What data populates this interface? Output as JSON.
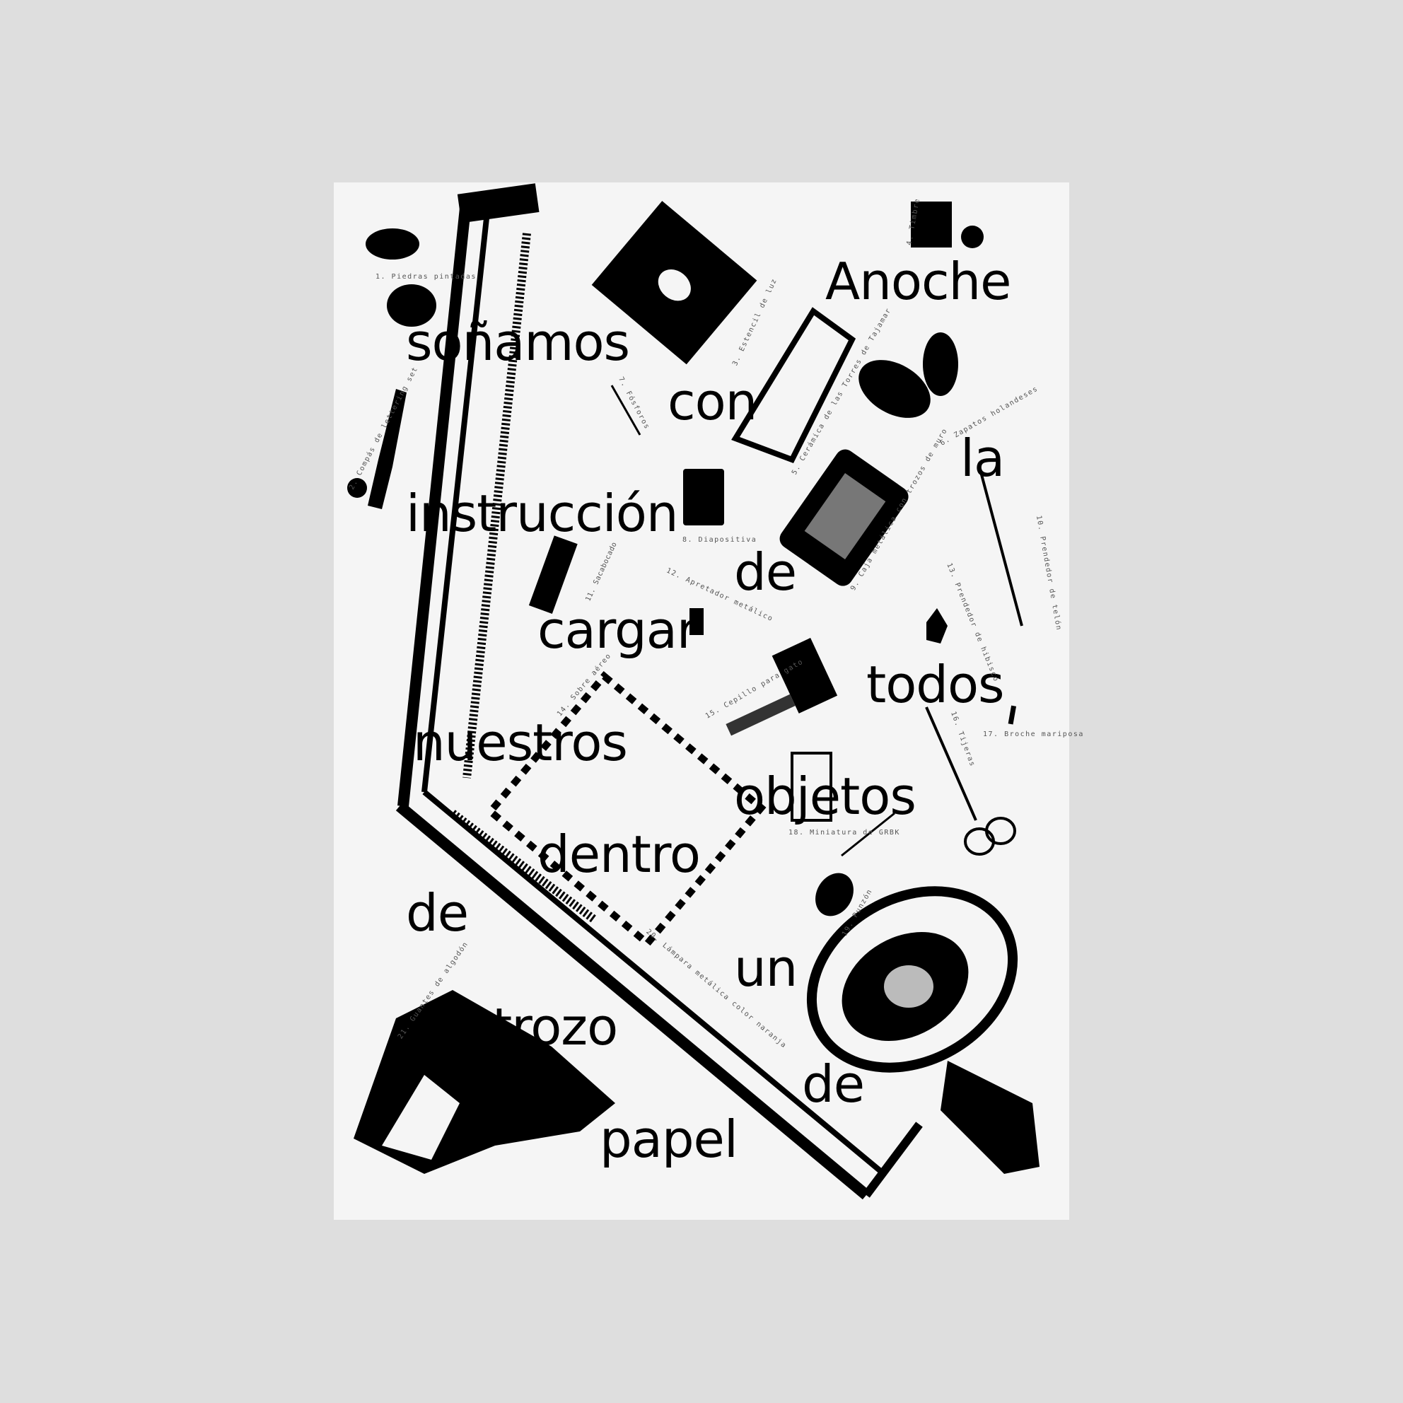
{
  "poster": {
    "words": [
      "Anoche",
      "soñamos",
      "con",
      "la",
      "instrucción",
      "de",
      "cargar",
      "todos",
      "nuestros",
      "objetos",
      "dentro",
      "de",
      "un",
      "trozo",
      "de",
      "papel"
    ],
    "captions": [
      "1. Piedras pintadas",
      "2. Compás de lettering set",
      "3. Estencil de luz",
      "4. Timbre",
      "5. Cerámica de las Torres de Tajamar",
      "6. Zapatos holandeses",
      "7. Fósforos",
      "8. Diapositiva",
      "9. Caja metálica con trozos de muro",
      "10. Prendedor de telón",
      "11. Sacabocado",
      "12. Apretador metálico",
      "13. Prendedor de hibisco",
      "14. Sobre aéreo",
      "15. Cepillo para gato",
      "16. Tijeras",
      "17. Broche mariposa",
      "18. Miniatura de GRBK",
      "19. Punzón",
      "20. Lámpara metálica color naranja",
      "21. Guantes de algodón"
    ],
    "colors": {
      "background": "#dedede",
      "paper": "#f5f5f5",
      "ink": "#000000",
      "caption": "#555555"
    }
  }
}
